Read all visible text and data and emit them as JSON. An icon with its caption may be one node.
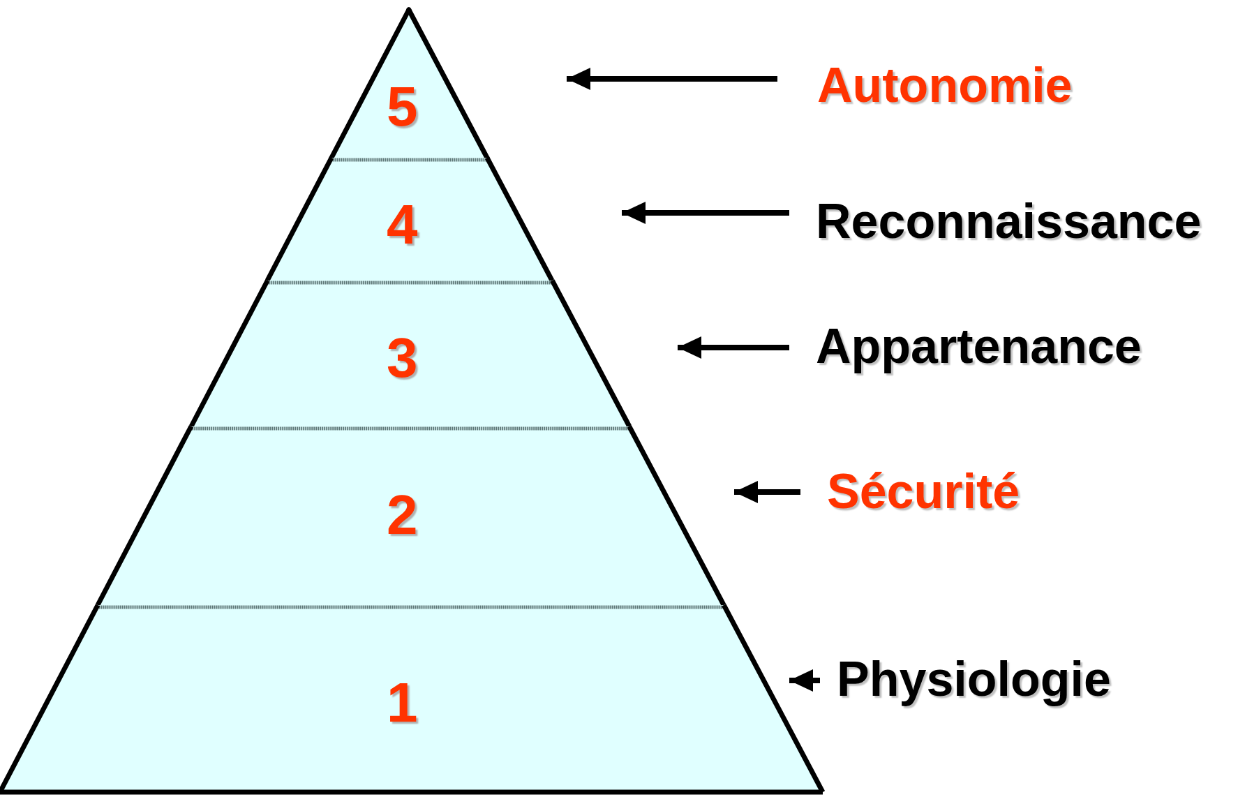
{
  "diagram": {
    "nodes": [
      {
        "text": [
          "5"
        ]
      },
      {
        "text": [
          "4"
        ]
      },
      {
        "text": [
          "3"
        ]
      },
      {
        "text": [
          "2"
        ]
      },
      {
        "text": [
          "1"
        ]
      },
      {
        "text": [
          "Autonomie"
        ]
      },
      {
        "text": [
          "Reconnaissance"
        ]
      },
      {
        "text": [
          "Appartenance"
        ]
      },
      {
        "text": [
          "Sécurité"
        ]
      },
      {
        "text": [
          "Physiologie"
        ]
      }
    ],
    "edges": [
      {
        "from": 5,
        "to": null,
        "arrow": "to"
      },
      {
        "from": 6,
        "to": null,
        "arrow": "to"
      },
      {
        "from": 7,
        "to": null,
        "arrow": "to"
      },
      {
        "from": 8,
        "to": null,
        "arrow": "to"
      },
      {
        "from": 9,
        "to": 4,
        "arrow": "to"
      }
    ]
  }
}
